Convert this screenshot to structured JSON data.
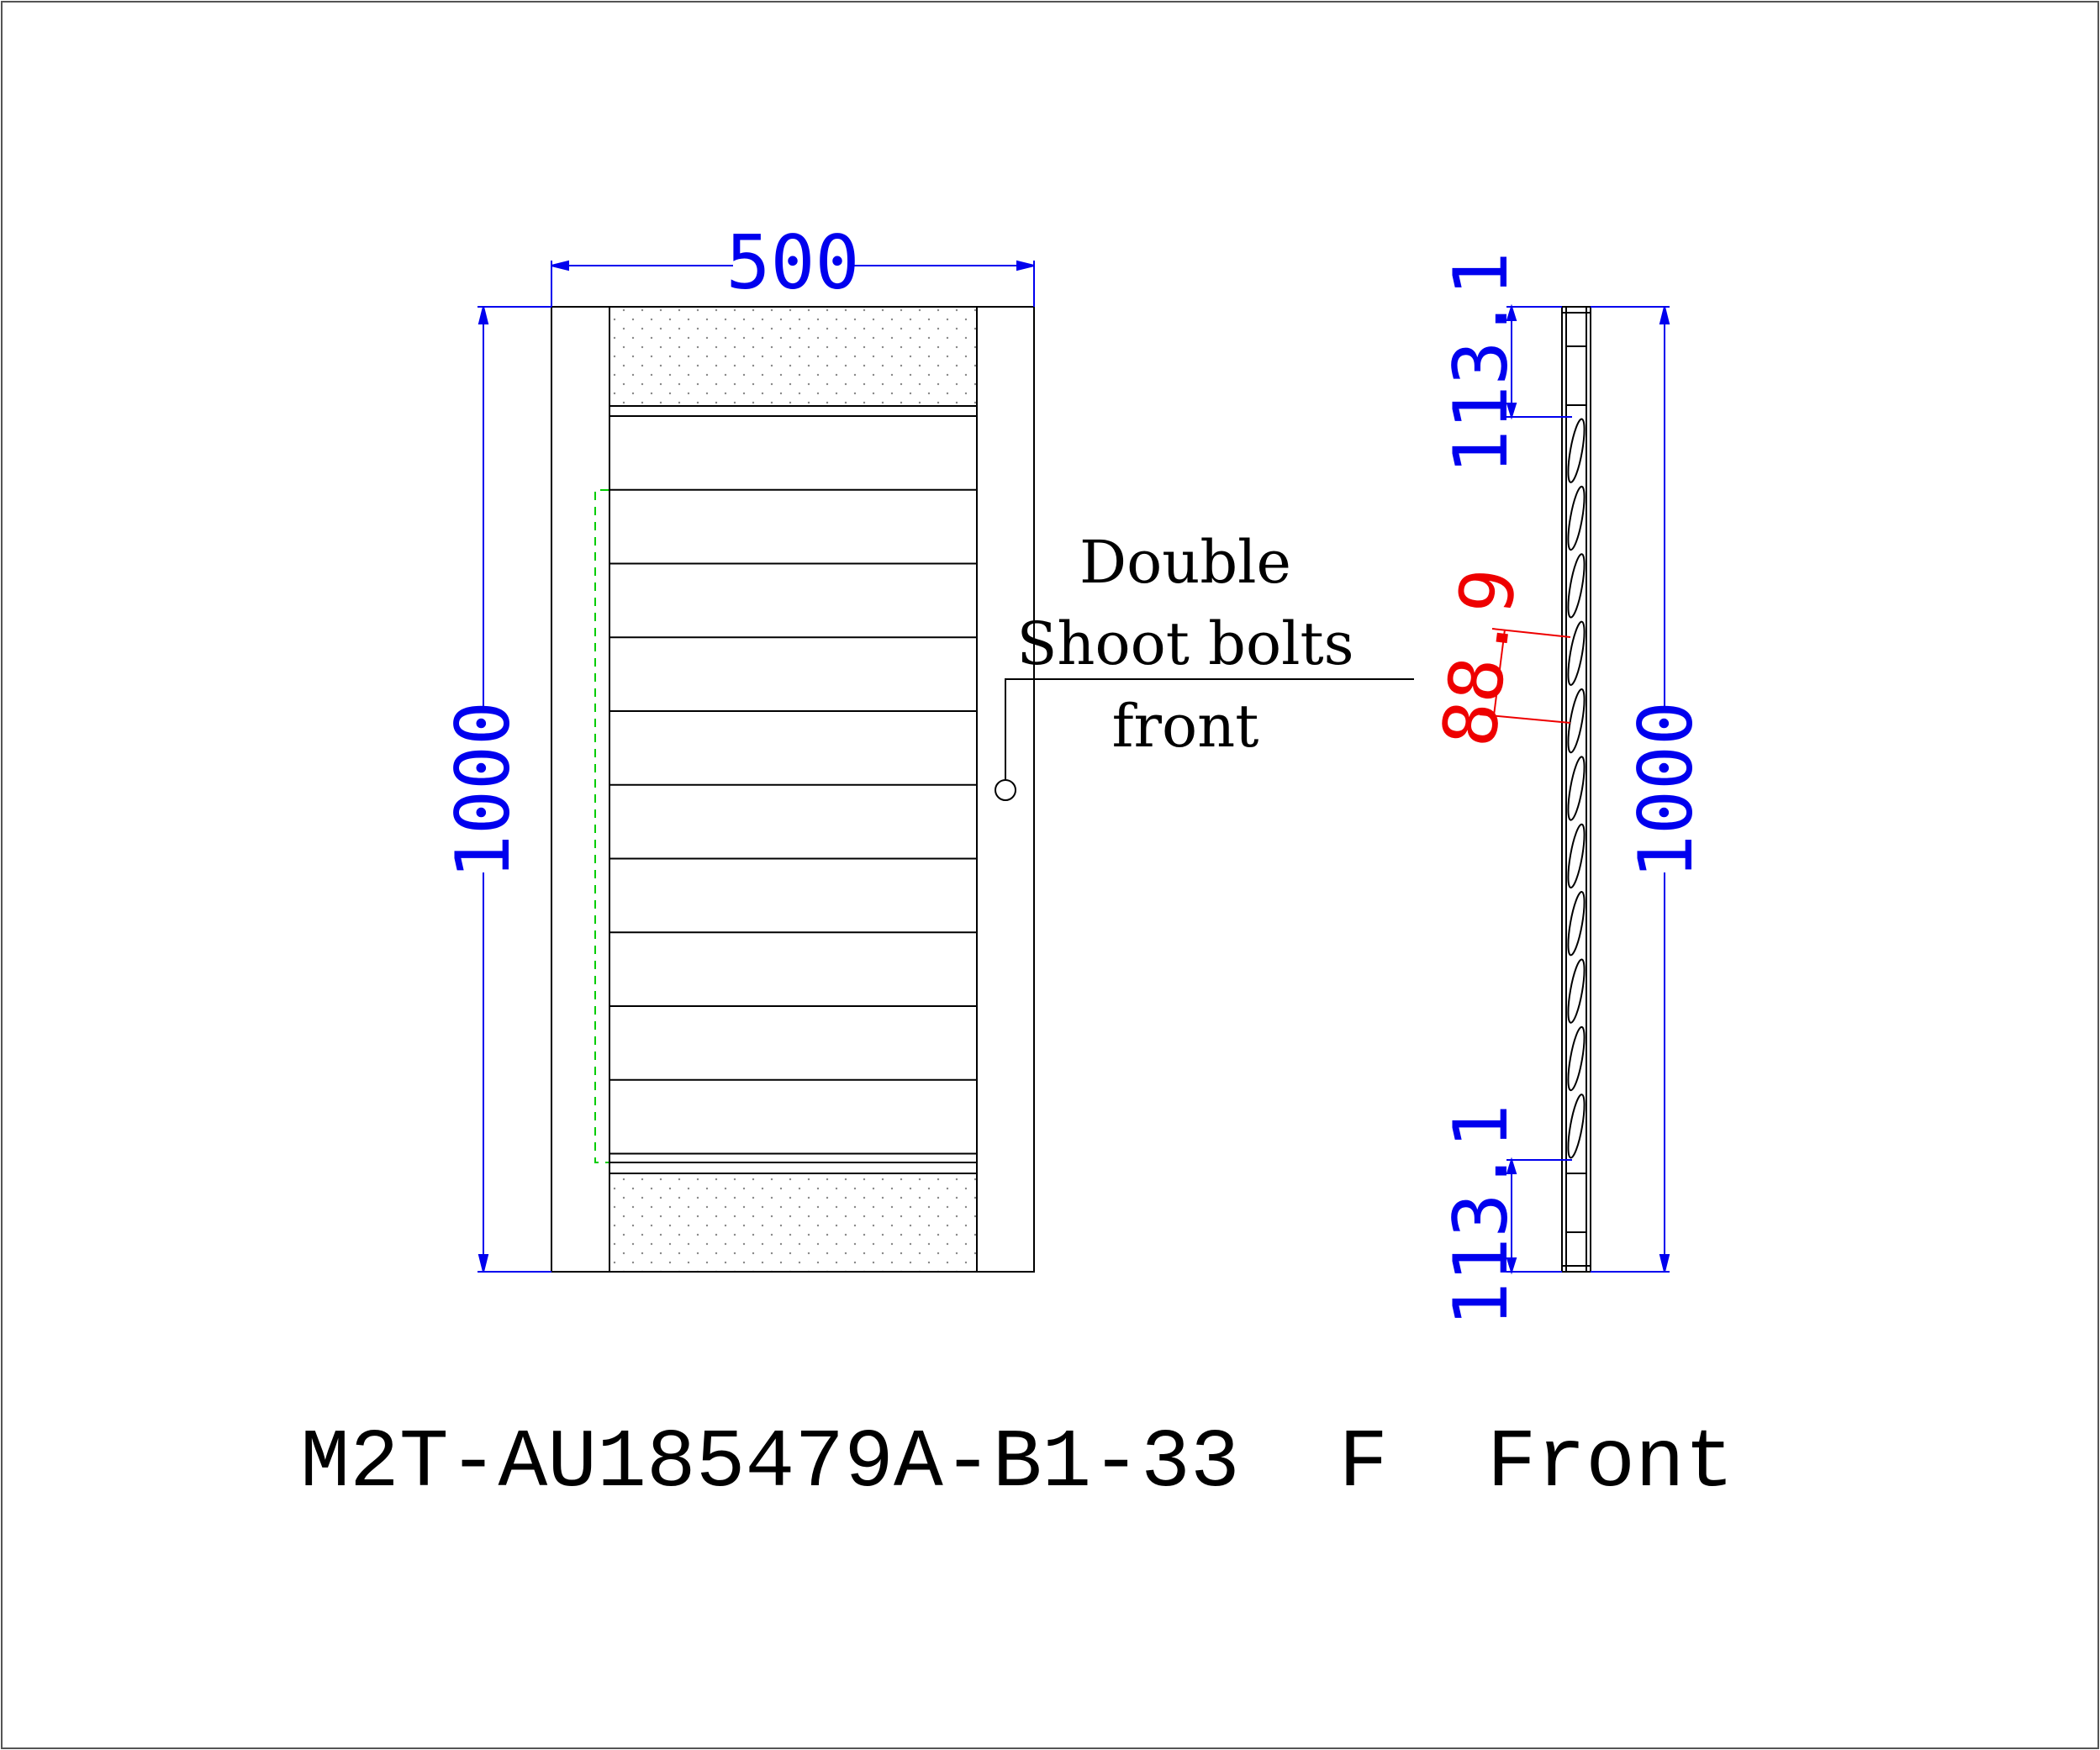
{
  "dimensions": {
    "width": "500",
    "height_left": "1000",
    "height_right": "1000",
    "top_rail": "113.1",
    "bottom_rail": "113.1",
    "louvre_pitch": "88.9"
  },
  "annotation": {
    "line1": "Double",
    "line2": "Shoot bolts",
    "line3": "front"
  },
  "title": "M2T-AU185479A-B1-33  F  Front",
  "colors": {
    "dimension": "#0000ee",
    "highlight_dimension": "#ee0000",
    "outline": "#000000",
    "hinge_marker": "#00cc00"
  },
  "front_view": {
    "louvre_count": 10
  },
  "side_view": {
    "louvre_count": 11
  }
}
